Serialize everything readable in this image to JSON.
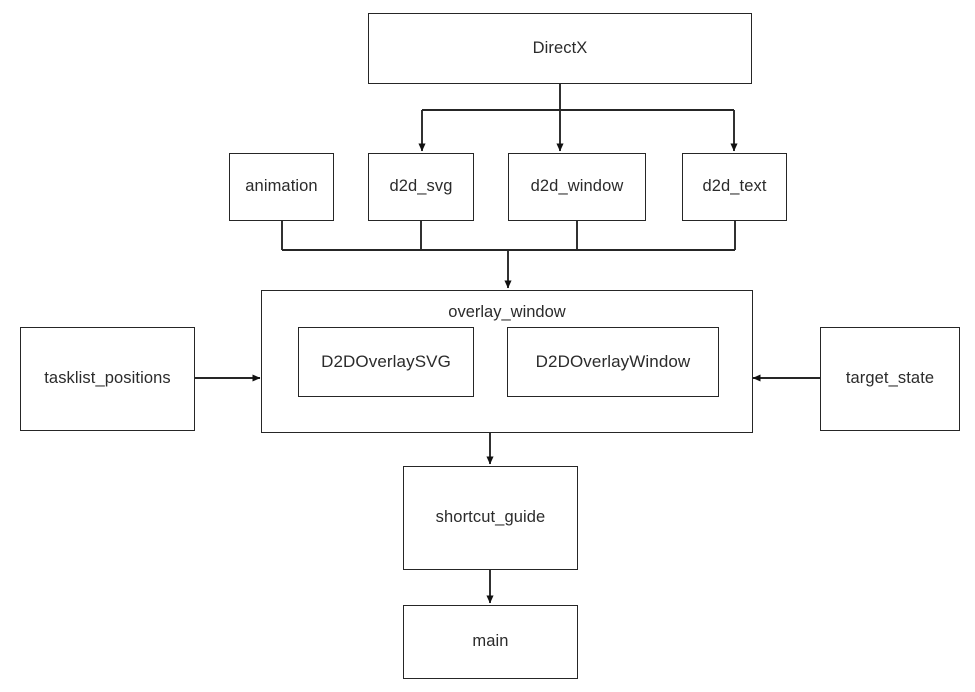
{
  "diagram": {
    "type": "flowchart",
    "title": "DirectX overlay module dependency diagram",
    "background_color": "#ffffff",
    "stroke_color": "#262626",
    "text_color": "#2b2b2b",
    "nodes": {
      "directx": {
        "label": "DirectX"
      },
      "animation": {
        "label": "animation"
      },
      "d2d_svg": {
        "label": "d2d_svg"
      },
      "d2d_window": {
        "label": "d2d_window"
      },
      "d2d_text": {
        "label": "d2d_text"
      },
      "overlay_window": {
        "label": "overlay_window"
      },
      "d2d_overlay_svg": {
        "label": "D2DOverlaySVG"
      },
      "d2d_overlay_window": {
        "label": "D2DOverlayWindow"
      },
      "tasklist_positions": {
        "label": "tasklist_positions"
      },
      "target_state": {
        "label": "target_state"
      },
      "shortcut_guide": {
        "label": "shortcut_guide"
      },
      "main": {
        "label": "main"
      }
    },
    "edges": [
      {
        "from": "directx",
        "to": "d2d_svg",
        "arrow": "down"
      },
      {
        "from": "directx",
        "to": "d2d_window",
        "arrow": "down"
      },
      {
        "from": "directx",
        "to": "d2d_text",
        "arrow": "down"
      },
      {
        "from": "animation",
        "to": "overlay_window",
        "arrow": "down"
      },
      {
        "from": "d2d_svg",
        "to": "overlay_window",
        "arrow": "down"
      },
      {
        "from": "d2d_window",
        "to": "overlay_window",
        "arrow": "down"
      },
      {
        "from": "d2d_text",
        "to": "overlay_window",
        "arrow": "down"
      },
      {
        "from": "tasklist_positions",
        "to": "overlay_window",
        "arrow": "right"
      },
      {
        "from": "target_state",
        "to": "overlay_window",
        "arrow": "left"
      },
      {
        "from": "overlay_window",
        "to": "shortcut_guide",
        "arrow": "down"
      },
      {
        "from": "shortcut_guide",
        "to": "main",
        "arrow": "down"
      }
    ]
  }
}
